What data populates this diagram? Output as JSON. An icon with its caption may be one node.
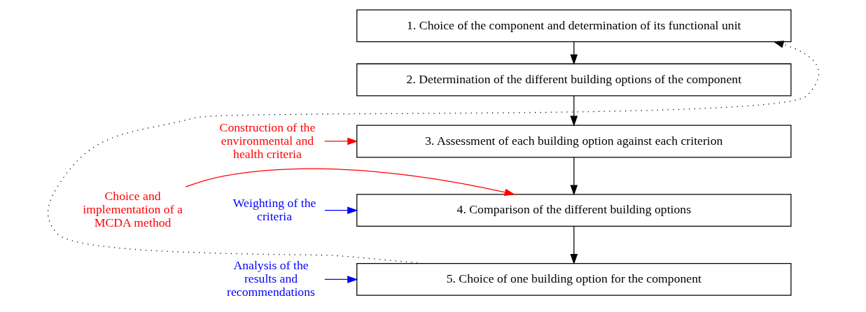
{
  "diagram": {
    "nodes": [
      {
        "text": [
          "1. Choice of the component and determination of its functional unit"
        ]
      },
      {
        "text": [
          "2. Determination of the different building options of the component"
        ]
      },
      {
        "text": [
          "3. Assessment of each building option against each criterion"
        ]
      },
      {
        "text": [
          "4. Comparison of the different building options"
        ]
      },
      {
        "text": [
          "5. Choice of one building option for the component"
        ]
      },
      {
        "text": [
          "Construction of the environmental and health criteria"
        ]
      },
      {
        "text": [
          "Choice and implementation of a MCDA method"
        ]
      },
      {
        "text": [
          "Weighting of the criteria"
        ]
      },
      {
        "text": [
          "Analysis of the results and recommendations"
        ]
      }
    ],
    "edges": [
      {
        "from": 0,
        "to": 1,
        "arrow": "to"
      },
      {
        "from": 1,
        "to": 2,
        "arrow": "to"
      },
      {
        "from": 5,
        "to": 2,
        "arrow": "to",
        "color": "#ff0000"
      },
      {
        "from": 2,
        "to": 3,
        "arrow": "to"
      },
      {
        "from": 7,
        "to": 3,
        "arrow": "to",
        "color": "#0000ff"
      },
      {
        "from": 6,
        "to": 3,
        "arrow": "to",
        "color": "#ff0000"
      },
      {
        "from": 3,
        "to": 4,
        "arrow": "to"
      },
      {
        "from": 8,
        "to": 4,
        "arrow": "to",
        "color": "#0000ff"
      },
      {
        "from": 4,
        "to": 0,
        "arrow": "to",
        "style": "dashed"
      }
    ]
  }
}
